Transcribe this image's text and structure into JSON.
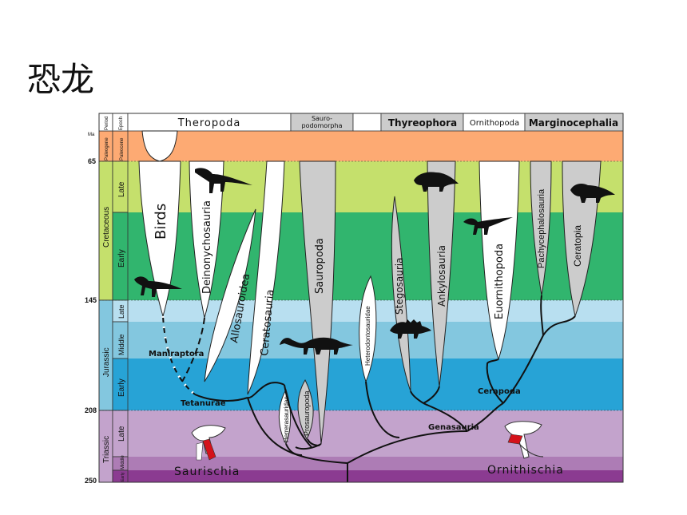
{
  "page_title": "恐龙",
  "colors": {
    "paleogene": "#fdaa73",
    "late_cretaceous_light": "#c5e06c",
    "early_cretaceous_green": "#31b56e",
    "late_jurassic": "#b8dff0",
    "middle_jurassic": "#83c7df",
    "early_jurassic": "#27a3d6",
    "late_triassic": "#c3a3cc",
    "middle_triassic": "#ad7cb5",
    "early_triassic": "#8b3b91",
    "saurischia_clade": "#ffffff",
    "ornithischia_clade": "#cccccc"
  },
  "header": {
    "period_col": "Period",
    "epoch_col": "Epoch",
    "groups": [
      {
        "label": "Theropoda"
      },
      {
        "label": "Sauro-"
      },
      {
        "label": "podomorpha"
      },
      {
        "label": "Thyreophora"
      },
      {
        "label": "Ornithopoda"
      },
      {
        "label": "Marginocephalia"
      }
    ]
  },
  "timescale": {
    "unit": "Ma",
    "ticks": [
      "65",
      "145",
      "208",
      "250"
    ],
    "periods": [
      "Paleogene",
      "Cretaceous",
      "Jurassic",
      "Triassic"
    ],
    "epochs": [
      "Paleocene",
      "Late",
      "Early",
      "Late",
      "Middle",
      "Early",
      "Late",
      "Middle",
      "Early"
    ]
  },
  "clades": {
    "birds": "Birds",
    "deinonychosauria": "Deinonychosauria",
    "allosauroidea": "Allosauroidea",
    "ceratosauria": "Ceratosauria",
    "sauropoda": "Sauropoda",
    "herrerasauridae": "Herrerasauridae",
    "prosauropoda": "Prosauropoda",
    "heterodontosauridae": "Heterodontosauridae",
    "stegosauria": "Stegosauria",
    "ankylosauria": "Ankylosauria",
    "euornithopoda": "Euornithopoda",
    "pachycephalosauria": "Pachycephalosauria",
    "ceratopia": "Ceratopia"
  },
  "nodes": {
    "maniraptora": "Maniraptora",
    "tetanurae": "Tetanurae",
    "cerapoda": "Cerapoda",
    "genasauria": "Genasauria",
    "saurischia": "Saurischia",
    "ornithischia": "Ornithischia"
  },
  "silhouettes": [
    "dromaeosaur-silhouette",
    "bird-silhouette",
    "sauropod-silhouette",
    "ankylosaur-silhouette",
    "stegosaur-silhouette",
    "ornithopod-silhouette",
    "ceratopsian-silhouette"
  ]
}
